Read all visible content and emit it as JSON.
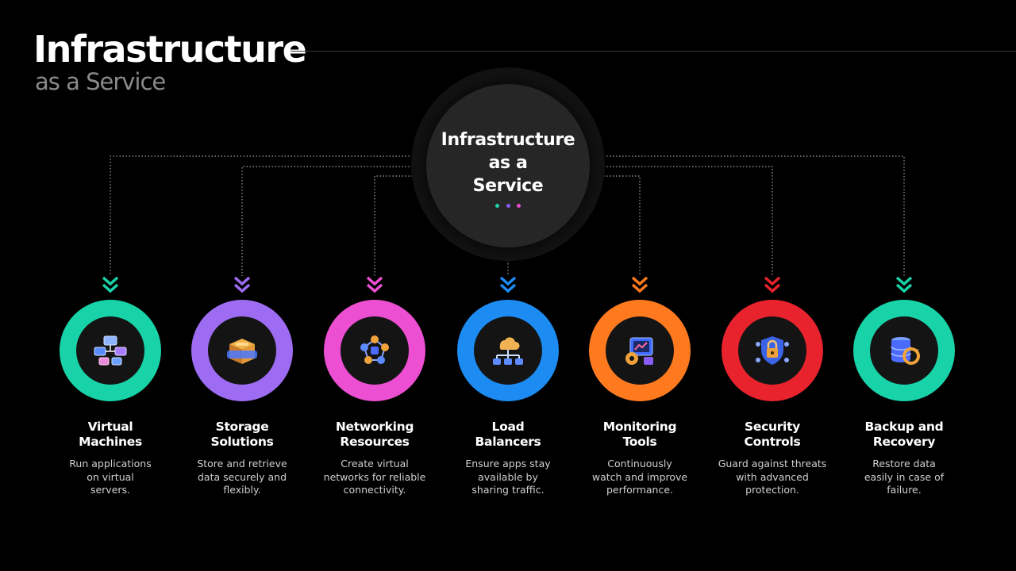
{
  "header": {
    "title": "Infrastructure",
    "subtitle": "as a Service"
  },
  "hub": {
    "line1": "Infrastructure",
    "line2": "as a",
    "line3": "Service",
    "dot_colors": [
      "#1fd3a6",
      "#8a5cf6",
      "#e94bd0"
    ]
  },
  "colors": {
    "line": "#8a8a8a",
    "background": "#000000"
  },
  "items": [
    {
      "title1": "Virtual",
      "title2": "Machines",
      "desc1": "Run applications",
      "desc2": "on virtual",
      "desc3": "servers.",
      "color": "#19d3a8",
      "icon": "virtual-machines-icon"
    },
    {
      "title1": "Storage",
      "title2": "Solutions",
      "desc1": "Store and retrieve",
      "desc2": "data securely and",
      "desc3": "flexibly.",
      "color": "#9d6cf2",
      "icon": "storage-box-icon"
    },
    {
      "title1": "Networking",
      "title2": "Resources",
      "desc1": "Create virtual",
      "desc2": "networks for reliable",
      "desc3": "connectivity.",
      "color": "#ec4fd1",
      "icon": "network-nodes-icon"
    },
    {
      "title1": "Load",
      "title2": "Balancers",
      "desc1": "Ensure apps stay",
      "desc2": "available by",
      "desc3": "sharing traffic.",
      "color": "#1c8bf2",
      "icon": "cloud-balancer-icon"
    },
    {
      "title1": "Monitoring",
      "title2": "Tools",
      "desc1": "Continuously",
      "desc2": "watch and improve",
      "desc3": "performance.",
      "color": "#ff7a1f",
      "icon": "monitoring-gear-icon"
    },
    {
      "title1": "Security",
      "title2": "Controls",
      "desc1": "Guard against threats",
      "desc2": "with advanced",
      "desc3": "protection.",
      "color": "#e8232e",
      "icon": "security-lock-icon"
    },
    {
      "title1": "Backup and",
      "title2": "Recovery",
      "desc1": "Restore data",
      "desc2": "easily in case of",
      "desc3": "failure.",
      "color": "#19d3a8",
      "icon": "backup-database-icon"
    }
  ]
}
